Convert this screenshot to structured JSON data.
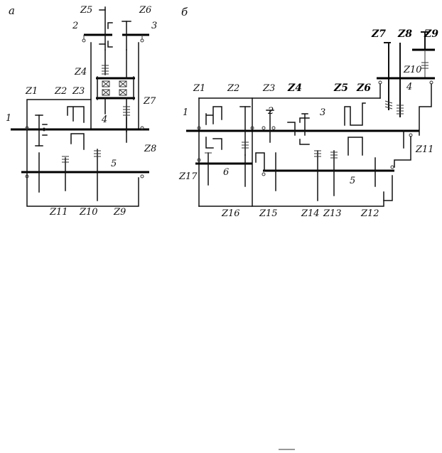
{
  "panel_a": {
    "title": "а",
    "gears": [
      "Z1",
      "Z2",
      "Z3",
      "Z4",
      "Z5",
      "Z6",
      "Z7",
      "Z8",
      "Z9",
      "Z10",
      "Z11"
    ],
    "shafts": [
      "1",
      "2",
      "3",
      "4",
      "5"
    ]
  },
  "panel_b": {
    "title": "б",
    "gears": [
      "Z1",
      "Z2",
      "Z3",
      "Z4",
      "Z5",
      "Z6",
      "Z7",
      "Z8",
      "Z9",
      "Z10",
      "Z11",
      "Z12",
      "Z13",
      "Z14",
      "Z15",
      "Z16",
      "Z17"
    ],
    "shafts": [
      "1",
      "2",
      "3",
      "4",
      "5",
      "6"
    ]
  }
}
